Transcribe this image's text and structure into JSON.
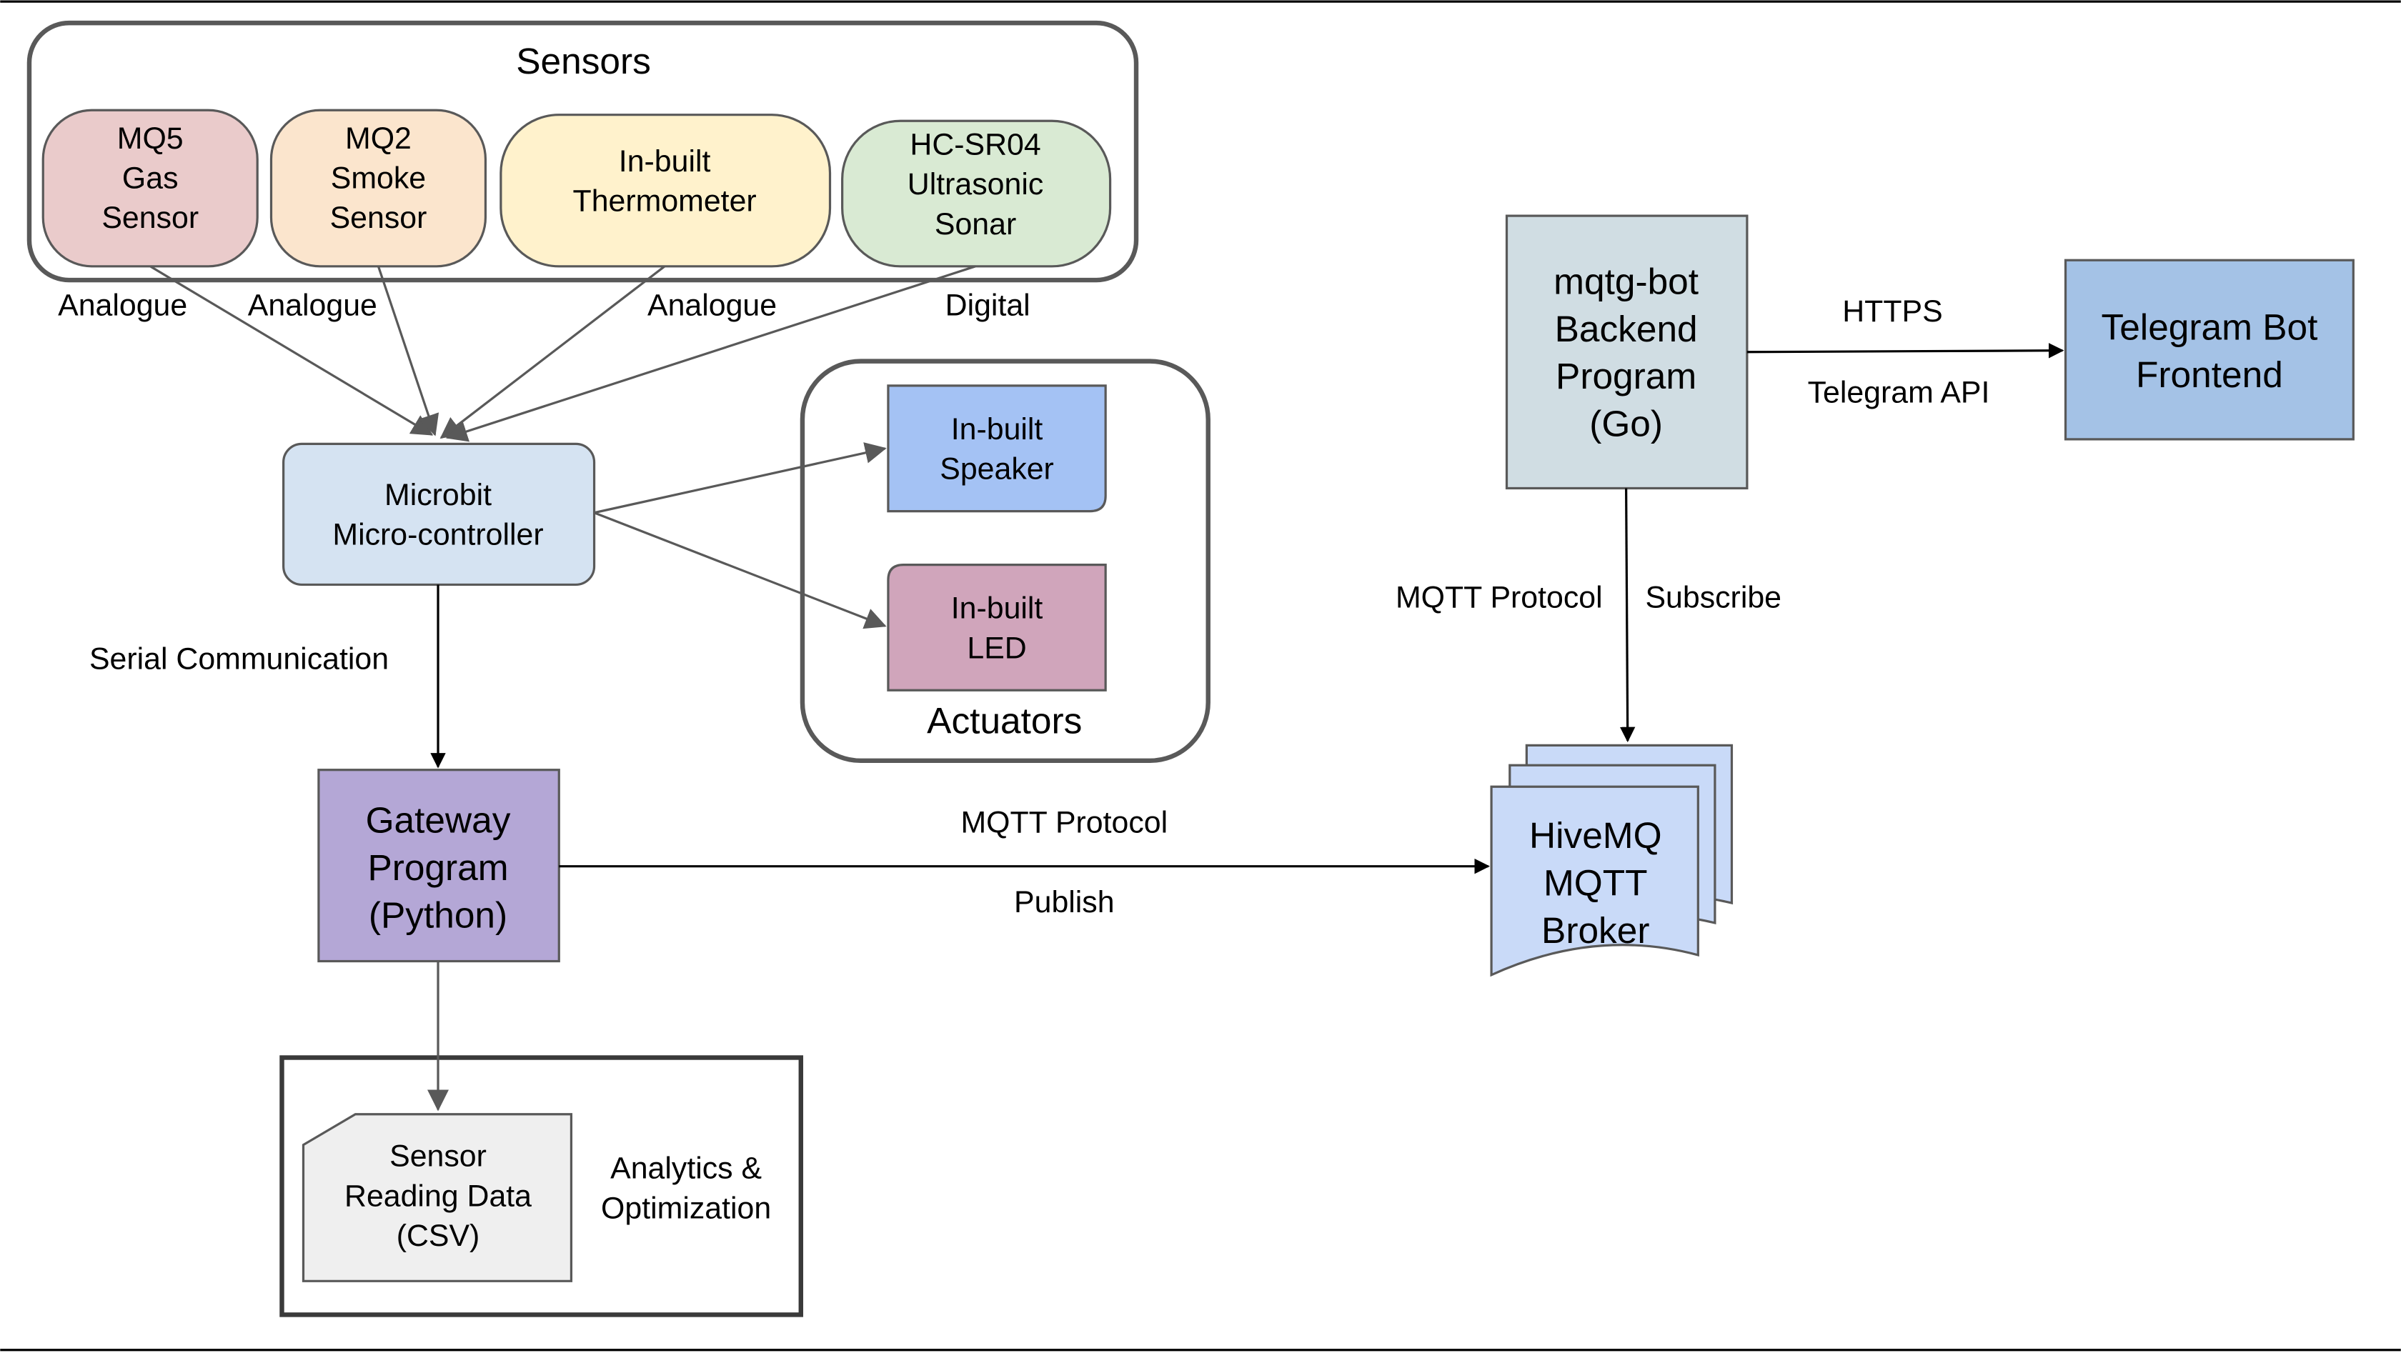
{
  "colors": {
    "mq5": "#eacbcb",
    "mq2": "#fbe5cd",
    "thermometer": "#fff2cc",
    "sonar": "#d9ead3",
    "microbit": "#d5e3f2",
    "speaker": "#a4c2f4",
    "led": "#d0a5bb",
    "gateway": "#b4a7d6",
    "csv": "#efefef",
    "backend": "#d0dde3",
    "telegram": "#a4c2e6",
    "hivemq": "#c9daf8",
    "stroke": "#595959"
  },
  "groups": {
    "sensors": "Sensors",
    "actuators": "Actuators",
    "analytics": [
      "Analytics &",
      "Optimization"
    ]
  },
  "nodes": {
    "mq5": [
      "MQ5",
      "Gas",
      "Sensor"
    ],
    "mq2": [
      "MQ2",
      "Smoke",
      "Sensor"
    ],
    "thermometer": [
      "In-built",
      "Thermometer"
    ],
    "sonar": [
      "HC-SR04",
      "Ultrasonic",
      "Sonar"
    ],
    "microbit": [
      "Microbit",
      "Micro-controller"
    ],
    "speaker": [
      "In-built",
      "Speaker"
    ],
    "led": [
      "In-built",
      "LED"
    ],
    "gateway": [
      "Gateway",
      "Program",
      "(Python)"
    ],
    "csv": [
      "Sensor",
      "Reading Data",
      "(CSV)"
    ],
    "backend": [
      "mqtg-bot",
      "Backend",
      "Program",
      "(Go)"
    ],
    "telegram": [
      "Telegram Bot",
      "Frontend"
    ],
    "hivemq": [
      "HiveMQ",
      "MQTT",
      "Broker"
    ]
  },
  "edges": {
    "mq5": "Analogue",
    "mq2": "Analogue",
    "thermometer": "Analogue",
    "sonar": "Digital",
    "serial": "Serial Communication",
    "mqtt_top": "MQTT Protocol",
    "mqtt_bottom": "Publish",
    "https_top": "HTTPS",
    "https_bottom": "Telegram API",
    "mqtt_sub_left": "MQTT Protocol",
    "mqtt_sub_right": "Subscribe"
  }
}
